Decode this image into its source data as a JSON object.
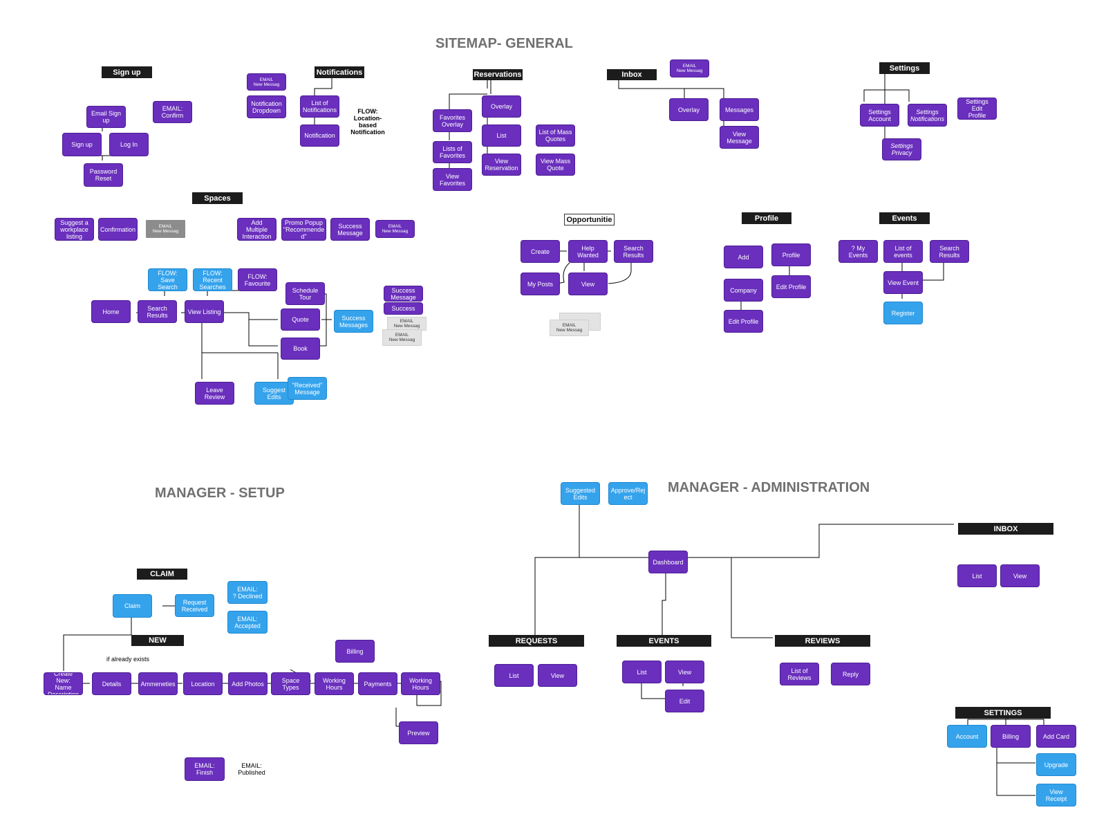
{
  "titles": {
    "general": "SITEMAP- GENERAL",
    "setup": "MANAGER - SETUP",
    "admin": "MANAGER - ADMINISTRATION"
  },
  "headers": {
    "signup": "Sign up",
    "notifications": "Notifications",
    "reservations": "Reservations",
    "inbox": "Inbox",
    "settings": "Settings",
    "spaces": "Spaces",
    "opportunities": "Opportunitie",
    "profile": "Profile",
    "events": "Events",
    "claim": "CLAIM",
    "new": "NEW",
    "mgr_inbox": "INBOX",
    "requests": "REQUESTS",
    "mgr_events": "EVENTS",
    "reviews": "REVIEWS",
    "mgr_settings": "SETTINGS"
  },
  "nodes": {
    "email_signup": "Email Sign up",
    "email_confirm": "EMAIL:\nConfirm",
    "signup_btn": "Sign up",
    "login": "Log In",
    "password_reset": "Password\nReset",
    "email_new_message": "EMAIL\nNew Messag",
    "notification_dropdown": "Notification\nDropdown",
    "list_of_notifications": "List of\nNotifications",
    "notification": "Notification",
    "flow_location": "FLOW:\nLocation-\nbased\nNotification",
    "favorites_overlay": "Favorites\nOverlay",
    "overlay": "Overlay",
    "list": "List",
    "lists_of_favorites": "Lists of\nFavorites",
    "view_favorites": "View\nFavorites",
    "view_reservation": "View\nReservation",
    "list_mass_quotes": "List of Mass\nQuotes",
    "view_mass_quote": "View Mass\nQuote",
    "messages": "Messages",
    "view_message": "View\nMessage",
    "settings_account": "Settings\nAccount",
    "settings_notifications": "Settings\nNotifications",
    "settings_privacy": "Settings\nPrivacy",
    "settings_edit_profile": "Settings Edit\nProfile",
    "suggest_workplace": "Suggest a\nworkplace\nlisting",
    "confirmation": "Confirmation",
    "add_multiple": "Add Multiple\nInteraction",
    "promo_popup": "Promo Popup\n\"Recommende\nd\"",
    "success_message": "Success\nMessage",
    "flow_save_search": "FLOW: Save\nSearch",
    "flow_recent_searches": "FLOW:\nRecent\nSearches",
    "flow_favourite": "FLOW:\nFavourite",
    "schedule_tour": "Schedule\nTour",
    "home": "Home",
    "search_results": "Search\nResults",
    "view_listing": "View Listing",
    "quote": "Quote",
    "book": "Book",
    "success_messages": "Success\nMessages",
    "success_messag": "Success\nMessage",
    "success": "Success",
    "leave_review": "Leave\nReview",
    "suggest_edits": "Suggest\nEdits",
    "received_message": "\"Received\"\nMessage",
    "create": "Create",
    "help_wanted": "Help Wanted",
    "my_posts": "My Posts",
    "view": "View",
    "email_partial": "EMAIL",
    "add": "Add",
    "profile_node": "Profile",
    "edit_profile": "Edit Profile",
    "company": "Company",
    "my_events": "? My Events",
    "list_of_events": "List of events",
    "view_event": "View Event",
    "register": "Register",
    "claim_node": "Claim",
    "request_received": "Request\nReceived",
    "email_declined": "EMAIL:\n? Declined",
    "email_accepted": "EMAIL:\nAccepted",
    "if_exists": "if already exists",
    "billing": "Billing",
    "create_new": "Create New:\nName\nDescription",
    "details": "Details",
    "ammeneties": "Ammeneties",
    "location": "Location",
    "add_photos": "Add Photos",
    "space_types": "Space Types",
    "working_hours": "Working\nHours",
    "payments": "Payments",
    "preview": "Preview",
    "email_finish": "EMAIL:\nFinish",
    "email_published": "EMAIL:\nPublished",
    "suggested_edits": "Suggested\nEdits",
    "approve_reject": "Approve/Rej\nect",
    "dashboard": "Dashboard",
    "edit": "Edit",
    "list_of_reviews": "List of\nReviews",
    "reply": "Reply",
    "account": "Account",
    "add_card": "Add Card",
    "upgrade": "Upgrade",
    "view_receipt": "View Receipt"
  }
}
